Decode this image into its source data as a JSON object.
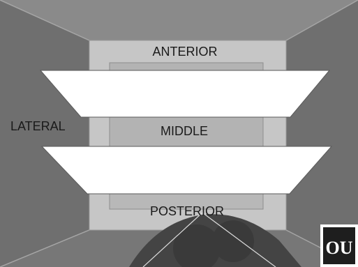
{
  "labels": {
    "anterior": "ANTERIOR",
    "middle": "MIDDLE",
    "posterior": "POSTERIOR",
    "lateral": "LATERAL"
  },
  "logo": {
    "text": "OU"
  },
  "colors": {
    "background": "#7a7a7a",
    "wall_dark": "#6e6e6e",
    "wall_line": "#9a9a9a",
    "floor_panel": "#c4c4c4",
    "inner_panel": "#b0b0b0",
    "shelf": "#ffffff",
    "shadow_shape": "#3a3a3a",
    "logo_bg": "#1e1e1e"
  }
}
